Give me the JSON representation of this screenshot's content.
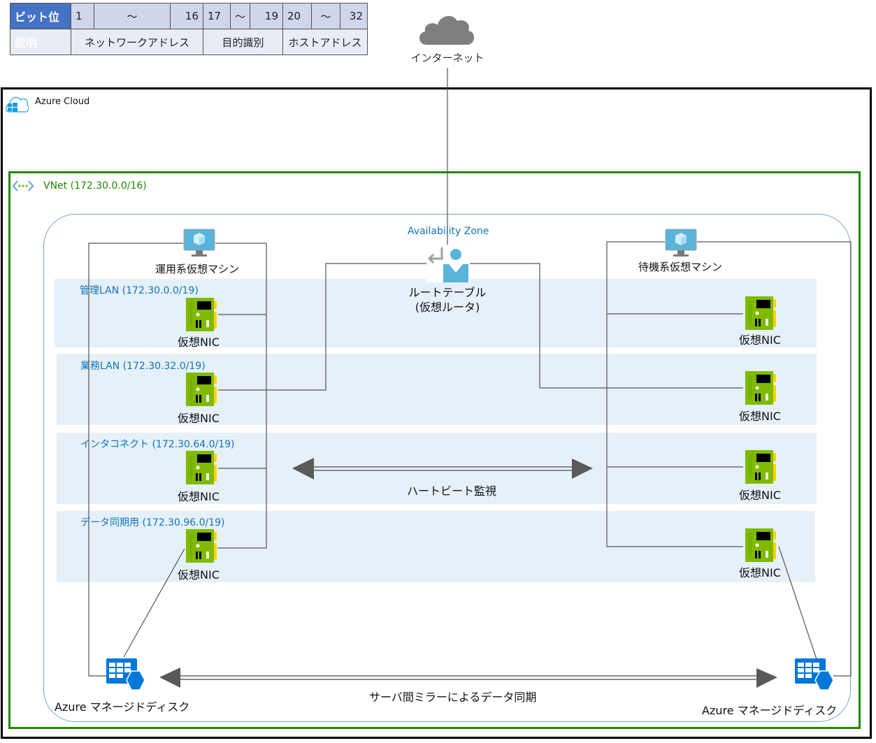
{
  "bit_table": {
    "row1": {
      "header": "ビット位",
      "cells": [
        "1",
        "〜",
        "16",
        "17",
        "〜",
        "19",
        "20",
        "〜",
        "32"
      ]
    },
    "row2": {
      "header": "説明",
      "cells": [
        "ネットワークアドレス",
        "目的識別",
        "ホストアドレス"
      ]
    },
    "colors": {
      "header_bg": "#4472c4",
      "row1_bg": "#cfd5ea",
      "row2_bg": "#e9ebf5"
    }
  },
  "internet": {
    "label": "インターネット",
    "icon": "cloud-icon",
    "color": "#7f7f7f"
  },
  "azure_cloud": {
    "label": "Azure Cloud",
    "icon": "azure-cloud-icon",
    "border_color": "#000000"
  },
  "vnet": {
    "label": "VNet (172.30.0.0/16)",
    "icon": "vnet-icon",
    "color": "#1e8a00"
  },
  "availability_zone": {
    "label": "Availability Zone",
    "color": "#0f76b8"
  },
  "route_table": {
    "label_line1": "ルートテーブル",
    "label_line2": "(仮想ルータ)",
    "icon": "route-table-icon"
  },
  "vms": {
    "primary": {
      "label": "運用系仮想マシン",
      "icon": "virtual-machine-icon"
    },
    "standby": {
      "label": "待機系仮想マシン",
      "icon": "virtual-machine-icon"
    }
  },
  "subnets": [
    {
      "label": "管理LAN (172.30.0.0/19)"
    },
    {
      "label": "業務LAN (172.30.32.0/19)"
    },
    {
      "label": "インタコネクト (172.30.64.0/19)"
    },
    {
      "label": "データ同期用 (172.30.96.0/19)"
    }
  ],
  "nic_label": "仮想NIC",
  "heartbeat": {
    "label": "ハートビート監視"
  },
  "disks": {
    "primary": {
      "label": "Azure マネージドディスク",
      "icon": "managed-disk-icon"
    },
    "standby": {
      "label": "Azure マネージドディスク",
      "icon": "managed-disk-icon"
    }
  },
  "mirror": {
    "label": "サーバ間ミラーによるデータ同期"
  }
}
